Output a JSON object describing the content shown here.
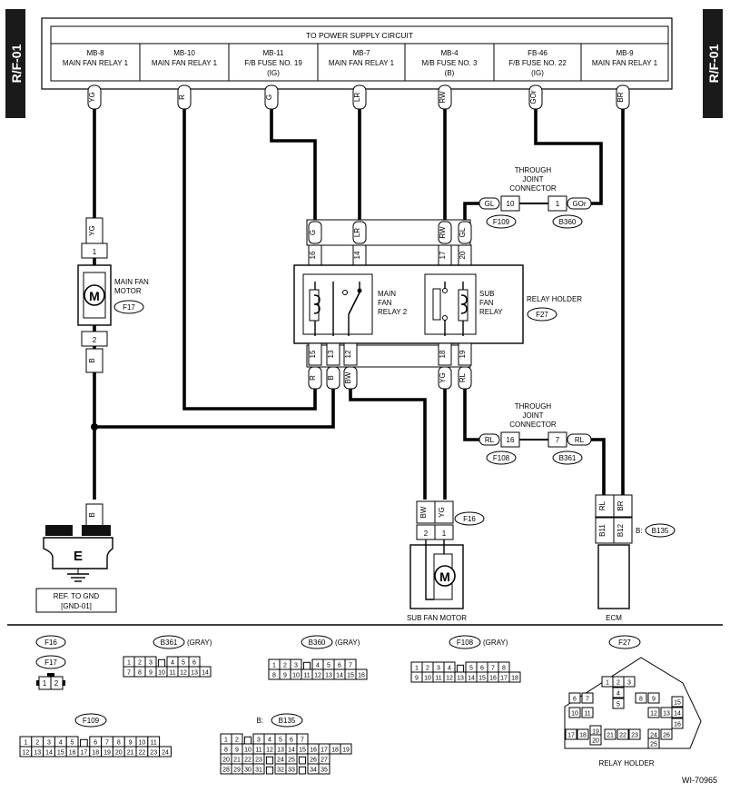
{
  "tabs": {
    "left": "R/F-01",
    "right": "R/F-01"
  },
  "power": {
    "title": "TO POWER SUPPLY CIRCUIT",
    "sources": [
      {
        "line1": "MB-8",
        "line2": "MAIN FAN RELAY 1",
        "line3": ""
      },
      {
        "line1": "MB-10",
        "line2": "MAIN FAN RELAY 1",
        "line3": ""
      },
      {
        "line1": "MB-11",
        "line2": "F/B FUSE NO. 19",
        "line3": "(IG)"
      },
      {
        "line1": "MB-7",
        "line2": "MAIN FAN RELAY 1",
        "line3": ""
      },
      {
        "line1": "MB-4",
        "line2": "M/B FUSE NO. 3",
        "line3": "(B)"
      },
      {
        "line1": "FB-46",
        "line2": "F/B FUSE NO. 22",
        "line3": "(IG)"
      },
      {
        "line1": "MB-9",
        "line2": "MAIN FAN RELAY 1",
        "line3": ""
      }
    ]
  },
  "wires": {
    "top": [
      "YG",
      "R",
      "G",
      "LR",
      "RW",
      "GOr",
      "BR"
    ],
    "motor_top": "YG",
    "motor_bot": "B",
    "ground": "B",
    "relay_top": [
      "G",
      "LR",
      "RW",
      "GL"
    ],
    "relay_bot": [
      "R",
      "B",
      "BW",
      "YG",
      "RL"
    ],
    "sub_motor": [
      "BW",
      "YG"
    ],
    "ecm": [
      "RL",
      "BR"
    ],
    "tj1": [
      "GL",
      "GOr"
    ],
    "tj2": [
      "RL",
      "RL"
    ]
  },
  "pins": {
    "relay_top": [
      "16",
      "14",
      "17",
      "20"
    ],
    "relay_bot": [
      "15",
      "13",
      "12",
      "18",
      "19"
    ],
    "main_motor": [
      "1",
      "2"
    ],
    "sub_motor": [
      "2",
      "1"
    ],
    "ecm": [
      "B11",
      "B12"
    ],
    "tj1": [
      "10",
      "1"
    ],
    "tj2": [
      "16",
      "7"
    ]
  },
  "components": {
    "main_fan_motor": {
      "l1": "MAIN FAN",
      "l2": "MOTOR",
      "conn": "F17"
    },
    "main_relay2": {
      "l1": "MAIN",
      "l2": "FAN",
      "l3": "RELAY 2"
    },
    "sub_relay": {
      "l1": "SUB",
      "l2": "FAN",
      "l3": "RELAY"
    },
    "relay_holder": {
      "label": "RELAY HOLDER",
      "conn": "F27"
    },
    "sub_fan_motor": {
      "label": "SUB FAN MOTOR",
      "conn": "F16"
    },
    "ecm": {
      "label": "ECM",
      "conn_prefix": "B:",
      "conn": "B135"
    },
    "ground": {
      "symbol": "E",
      "ref1": "REF. TO GND",
      "ref2": "[GND-01]"
    },
    "tj1": {
      "l1": "THROUGH",
      "l2": "JOINT",
      "l3": "CONNECTOR",
      "c1": "F109",
      "c2": "B360"
    },
    "tj2": {
      "l1": "THROUGH",
      "l2": "JOINT",
      "l3": "CONNECTOR",
      "c1": "F108",
      "c2": "B361"
    }
  },
  "connectors": {
    "f16": "F16",
    "f17": "F17",
    "f17_pins": [
      "1",
      "2"
    ],
    "b361": {
      "name": "B361",
      "color": "(GRAY)",
      "row1": [
        "1",
        "2",
        "3",
        "",
        "4",
        "5",
        "6"
      ],
      "row2": [
        "7",
        "8",
        "9",
        "10",
        "11",
        "12",
        "13",
        "14"
      ]
    },
    "b360": {
      "name": "B360",
      "color": "(GRAY)",
      "row1": [
        "1",
        "2",
        "3",
        "",
        "4",
        "5",
        "6",
        "7"
      ],
      "row2": [
        "8",
        "9",
        "10",
        "11",
        "12",
        "13",
        "14",
        "15",
        "16"
      ]
    },
    "f108": {
      "name": "F108",
      "color": "(GRAY)",
      "row1": [
        "1",
        "2",
        "3",
        "4",
        "",
        "5",
        "6",
        "7",
        "8"
      ],
      "row2": [
        "9",
        "10",
        "11",
        "12",
        "13",
        "14",
        "15",
        "16",
        "17",
        "18"
      ]
    },
    "f109": {
      "name": "F109",
      "row1": [
        "1",
        "2",
        "3",
        "4",
        "5",
        "",
        "6",
        "7",
        "8",
        "9",
        "10",
        "11"
      ],
      "row2": [
        "12",
        "13",
        "14",
        "15",
        "16",
        "17",
        "18",
        "19",
        "20",
        "21",
        "22",
        "23",
        "24"
      ]
    },
    "b135": {
      "prefix": "B:",
      "name": "B135",
      "rows": [
        [
          "1",
          "2",
          "",
          "3",
          "4",
          "5",
          "6",
          "7"
        ],
        [
          "8",
          "9",
          "10",
          "11",
          "12",
          "13",
          "14",
          "15",
          "16",
          "17",
          "18",
          "19"
        ],
        [
          "20",
          "21",
          "22",
          "23",
          "",
          "24",
          "25",
          "",
          "26",
          "27"
        ],
        [
          "28",
          "29",
          "30",
          "31",
          "",
          "32",
          "33",
          "",
          "34",
          "35"
        ]
      ]
    },
    "f27": {
      "name": "F27",
      "label": "RELAY HOLDER",
      "cells": [
        "1",
        "2",
        "3",
        "4",
        "5",
        "6",
        "7",
        "8",
        "9",
        "10",
        "11",
        "12",
        "13",
        "14",
        "15",
        "16",
        "17",
        "18",
        "19",
        "20",
        "21",
        "22",
        "23",
        "24",
        "25",
        "26"
      ]
    }
  },
  "code": "WI-70965"
}
